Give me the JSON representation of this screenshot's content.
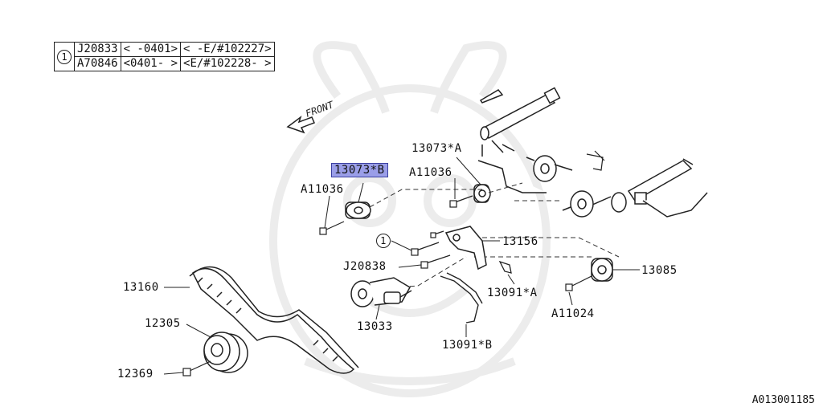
{
  "table": {
    "marker": "1",
    "rows": [
      {
        "part": "J20833",
        "range": "<     -0401>",
        "serial": "<    -E/#102227>"
      },
      {
        "part": "A70846",
        "range": "<0401-      >",
        "serial": "<E/#102228-     >"
      }
    ]
  },
  "front_label": "FRONT",
  "labels": {
    "p13073a": "13073*A",
    "p13073b": "13073*B",
    "a11036_right": "A11036",
    "a11036_left": "A11036",
    "circle_marker": "1",
    "p13156": "13156",
    "j20838": "J20838",
    "p13085": "13085",
    "p13091a": "13091*A",
    "a11024": "A11024",
    "p13160": "13160",
    "p13033": "13033",
    "p12305": "12305",
    "p13091b": "13091*B",
    "p12369": "12369"
  },
  "diagram_code": "A013001185",
  "colors": {
    "highlight": "#9a9ee8",
    "line": "#222222",
    "watermark": "#ececec"
  }
}
